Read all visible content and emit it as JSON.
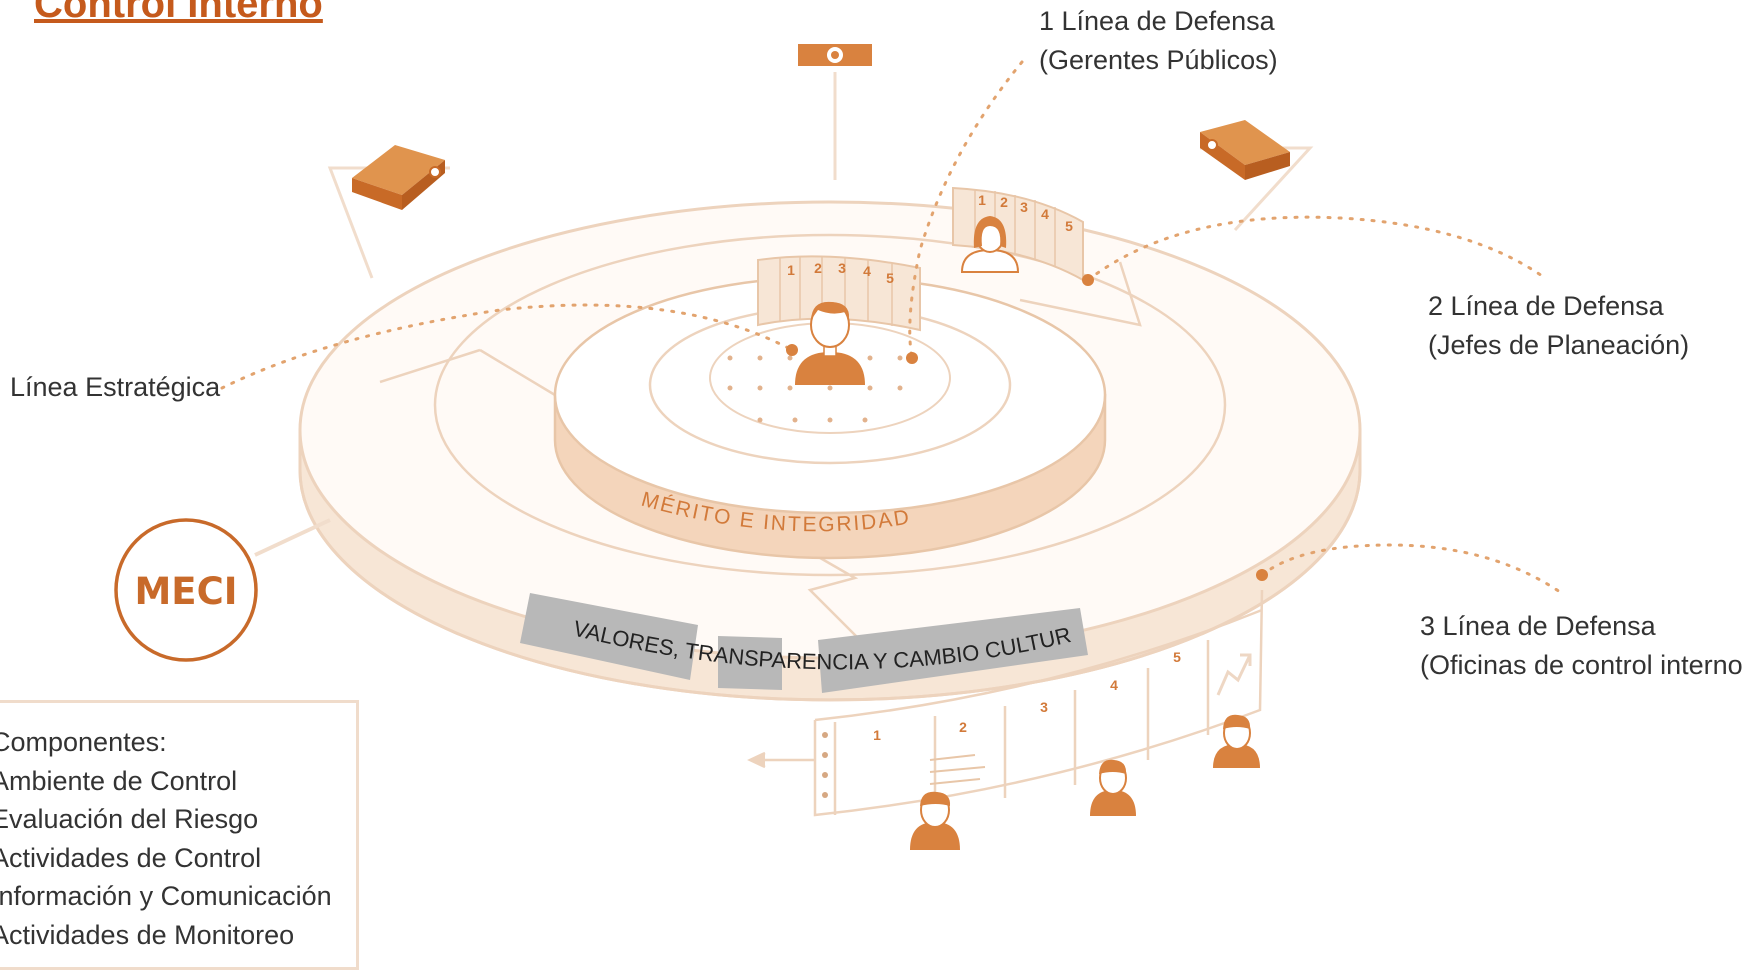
{
  "title": "Control Interno",
  "meci_label": "MECI",
  "rings": {
    "inner_label": "MÉRITO   E   INTEGRIDAD",
    "outer_label": "VALORES, TRANSPARENCIA Y CAMBIO CULTURAL"
  },
  "lines": {
    "strategic": "Línea Estratégica",
    "first": {
      "title": "1 Línea de Defensa",
      "subtitle": "(Gerentes Públicos)"
    },
    "second": {
      "title": "2 Línea de Defensa",
      "subtitle": "(Jefes de Planeación)"
    },
    "third": {
      "title": "3 Línea de Defensa",
      "subtitle": "(Oficinas de control interno)"
    }
  },
  "components": {
    "heading": "Componentes:",
    "items": [
      "Ambiente de Control",
      "Evaluación del Riesgo",
      "Actividades de Control",
      "Información y Comunicación",
      "Actividades de Monitoreo"
    ]
  },
  "panels": {
    "center_numbers": [
      "1",
      "2",
      "3",
      "4",
      "5"
    ],
    "upper_numbers": [
      "1",
      "2",
      "3",
      "4",
      "5"
    ],
    "bottom_numbers": [
      "1",
      "2",
      "3",
      "4",
      "5"
    ]
  },
  "colors": {
    "accent": "#d9823f",
    "light": "#f2dcca",
    "band": "#f4d5bb",
    "gray": "#b5b5b5",
    "title": "#c55a1c"
  }
}
